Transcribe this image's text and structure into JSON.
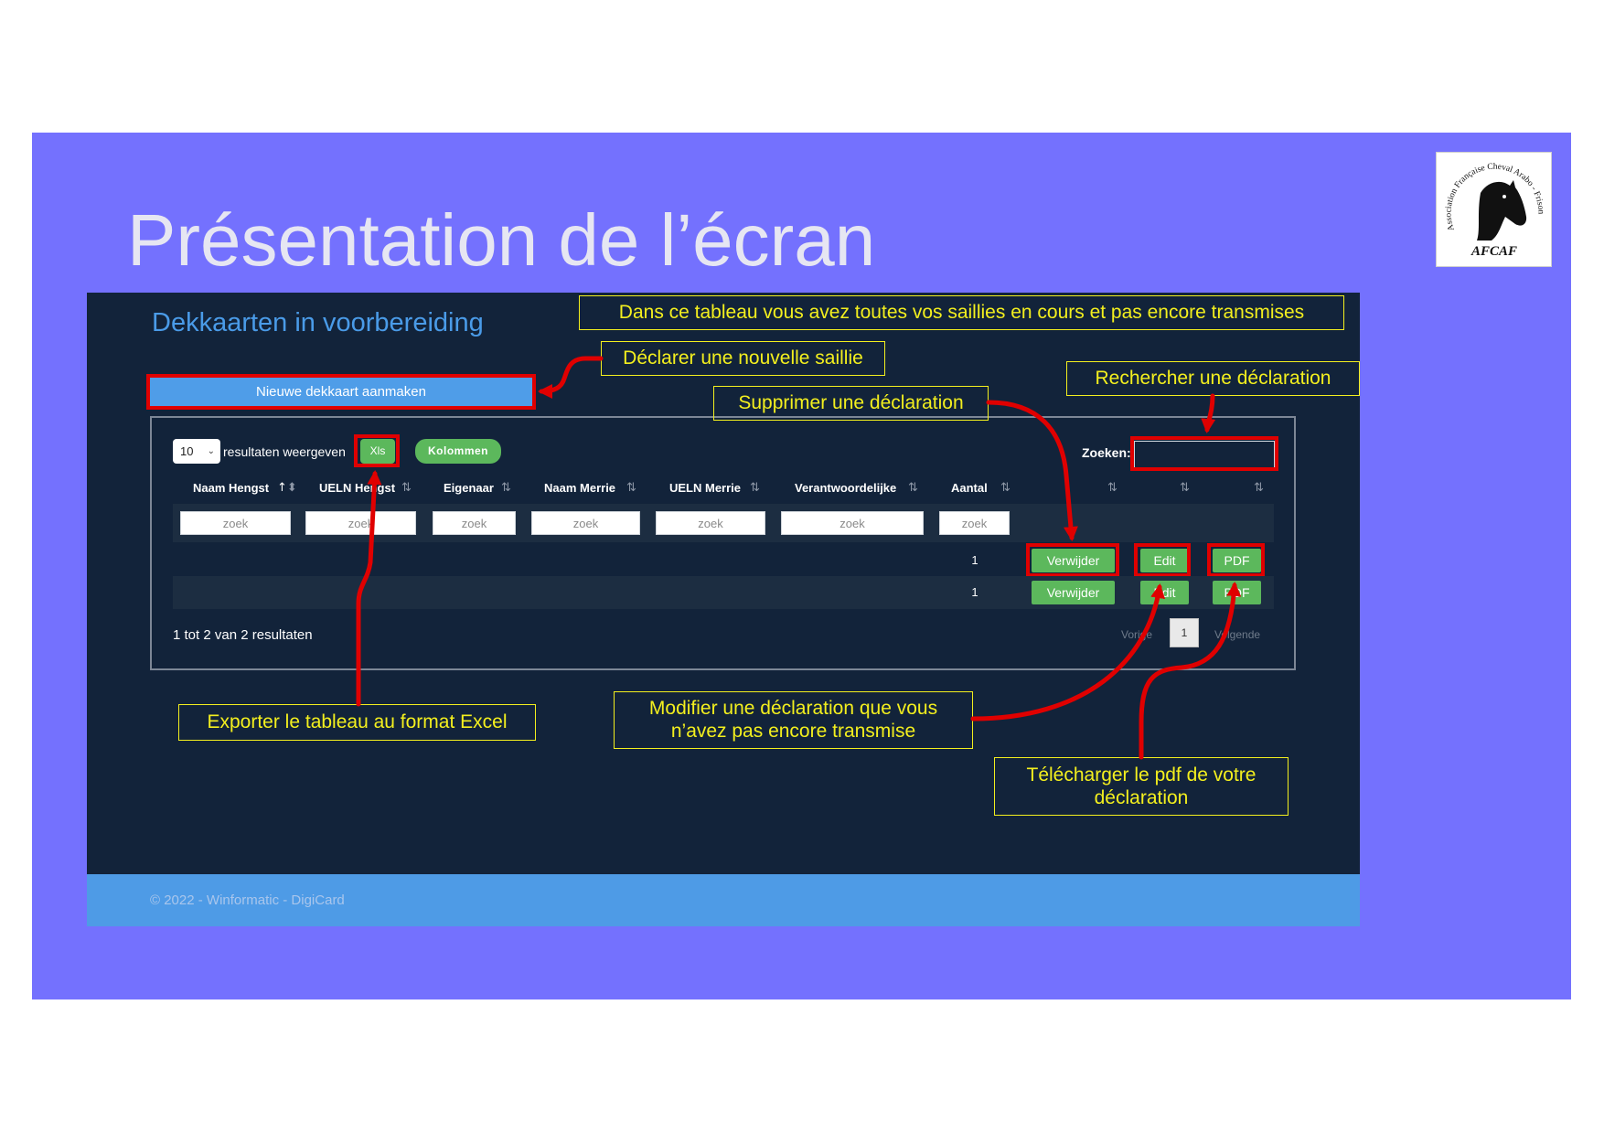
{
  "slide": {
    "title": "Présentation de l’écran",
    "logo": {
      "ring_text": "Association Française Cheval Arabo - Frison",
      "center_text": "AFCAF",
      "icon": "horse-head-icon"
    }
  },
  "app": {
    "page_title": "Dekkaarten in voorbereiding",
    "new_button_label": "Nieuwe dekkaart aanmaken",
    "toolbar": {
      "page_size": "10",
      "page_size_label": "resultaten weergeven",
      "xls_label": "Xls",
      "columns_label": "Kolommen",
      "search_label": "Zoeken:"
    },
    "table": {
      "columns": [
        "Naam Hengst",
        "UELN Hengst",
        "Eigenaar",
        "Naam Merrie",
        "UELN Merrie",
        "Verantwoordelijke",
        "Aantal"
      ],
      "sort_icon": "sort-arrows-icon",
      "active_sort_icon": "sort-ascending-icon",
      "filter_placeholder": "zoek",
      "rows": [
        {
          "aantal": "1",
          "actions": {
            "delete": "Verwijder",
            "edit": "Edit",
            "pdf": "PDF"
          }
        },
        {
          "aantal": "1",
          "actions": {
            "delete": "Verwijder",
            "edit": "Edit",
            "pdf": "PDF"
          }
        }
      ]
    },
    "summary": "1 tot 2 van 2 resultaten",
    "pagination": {
      "previous": "Vorige",
      "current_page": "1",
      "next": "Volgende"
    },
    "footer": "© 2022 - Winformatic - DigiCard"
  },
  "annotations": {
    "overview": "Dans ce tableau vous avez toutes vos saillies en cours et pas encore transmises",
    "new_declaration": "Déclarer une nouvelle saillie",
    "search": "Rechercher une déclaration",
    "delete": "Supprimer une déclaration",
    "export": "Exporter le tableau au format Excel",
    "edit": [
      "Modifier une déclaration que vous",
      "n’avez pas encore transmise"
    ],
    "download": [
      "Télécharger le pdf de votre",
      "déclaration"
    ]
  },
  "colors": {
    "slide_background": "#7471fe",
    "title": "#e6e6f2",
    "panel": "#12233a",
    "row_stripe": "#1c2d41",
    "heading": "#4a9be8",
    "primary_button": "#4f9de8",
    "success_button": "#5cb85c",
    "highlight": "#e00000",
    "annotation": "#f3ef1e",
    "footer": "#4e9be6"
  }
}
